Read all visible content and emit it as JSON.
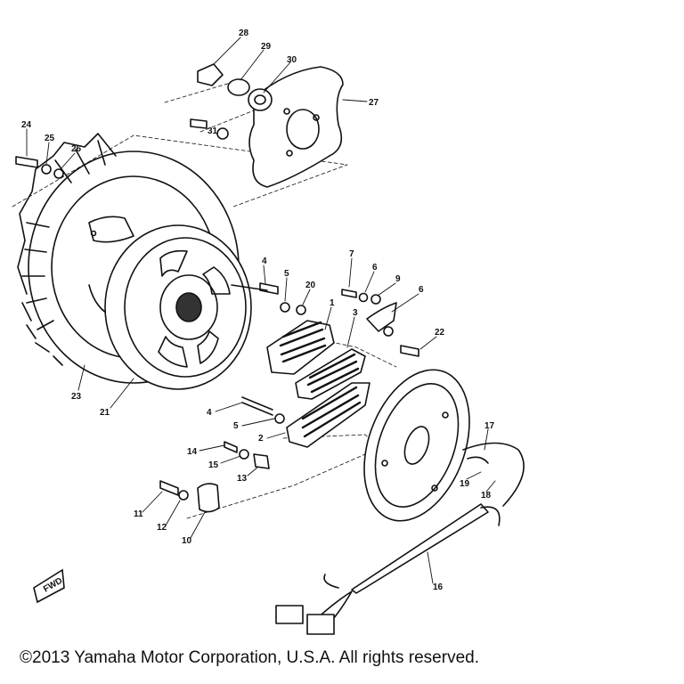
{
  "diagram": {
    "labels": {
      "p1": "1",
      "p2": "2",
      "p3": "3",
      "p4a": "4",
      "p4b": "4",
      "p5a": "5",
      "p5b": "5",
      "p6a": "6",
      "p6b": "6",
      "p7": "7",
      "p9": "9",
      "p10": "10",
      "p11": "11",
      "p12": "12",
      "p13": "13",
      "p14": "14",
      "p15": "15",
      "p16": "16",
      "p17": "17",
      "p18": "18",
      "p19": "19",
      "p20": "20",
      "p21": "21",
      "p22": "22",
      "p23": "23",
      "p24": "24",
      "p25": "25",
      "p26": "26",
      "p27": "27",
      "p28": "28",
      "p29": "29",
      "p30": "30",
      "p31": "31"
    },
    "fwd_mark": "FWD"
  },
  "footer": {
    "copyright": "©2013 Yamaha Motor Corporation, U.S.A. All rights reserved."
  }
}
